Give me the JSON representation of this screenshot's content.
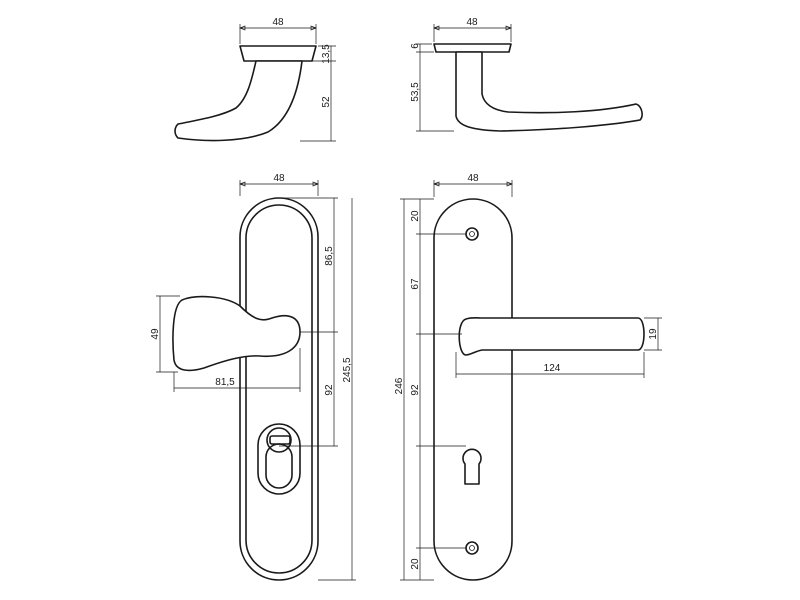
{
  "colors": {
    "line": "#1a1a1a",
    "background": "#ffffff"
  },
  "top_left_view": {
    "width": "48",
    "cap_height": "13,5",
    "height": "52"
  },
  "top_right_view": {
    "width": "48",
    "cap_height": "6",
    "height": "53,5"
  },
  "bottom_left_view": {
    "plate_width": "48",
    "upper_offset": "86,5",
    "lower_offset": "92",
    "total_length": "245,5",
    "knob_height": "49",
    "knob_projection": "81,5"
  },
  "bottom_right_view": {
    "plate_width": "48",
    "top_screw_offset": "20",
    "upper_offset": "67",
    "lower_offset": "92",
    "bottom_screw_offset": "20",
    "total_length": "246",
    "lever_length": "124",
    "lever_height": "19"
  }
}
